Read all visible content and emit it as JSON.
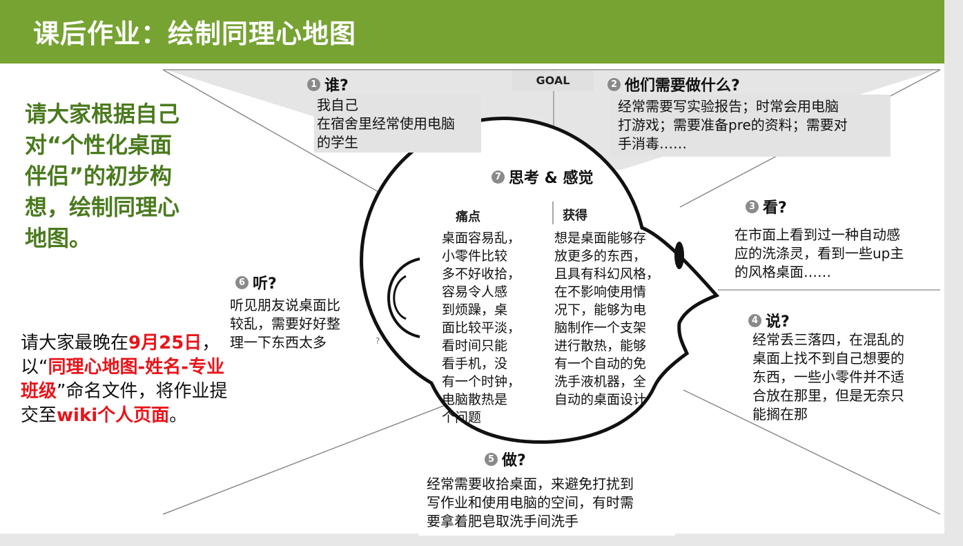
{
  "header": {
    "title": "课后作业：绘制同理心地图"
  },
  "intro": {
    "text": "请大家根据自己对“个性化桌面伴侣”的初步构想，绘制同理心地图。"
  },
  "instructions": {
    "p1": "请大家最晚在",
    "date": "9月25日",
    "p2": "，以“",
    "filename": "同理心地图-姓名-专业班级",
    "p3": "”命名文件，将作业提交至",
    "target": "wiki个人页面",
    "p4": "。"
  },
  "goal_label": "GOAL",
  "sections": {
    "who": {
      "num": "1",
      "title": "谁?",
      "text": "我自己\n在宿舍里经常使用电脑\n的学生"
    },
    "need": {
      "num": "2",
      "title": "他们需要做什么?",
      "text": "经常需要写实验报告；时常会用电脑\n打游戏；需要准备pre的资料；需要对\n手消毒……"
    },
    "see": {
      "num": "3",
      "title": "看?",
      "text": "在市面上看到过一种自动感\n应的洗涤灵，看到一些up主\n的风格桌面……"
    },
    "say": {
      "num": "4",
      "title": "说?",
      "text": "经常丢三落四，在混乱的\n桌面上找不到自己想要的\n东西，一些小零件并不适\n合放在那里，但是无奈只\n能搁在那"
    },
    "do": {
      "num": "5",
      "title": "做?",
      "text": "经常需要收拾桌面，来避免打扰到\n写作业和使用电脑的空间，有时需\n要拿着肥皂取洗手间洗手"
    },
    "hear": {
      "num": "6",
      "title": "听?",
      "text": "听见朋友说桌面比\n较乱，需要好好整\n理一下东西太多"
    },
    "think": {
      "num": "7",
      "title": "思考 & 感觉",
      "pain_label": "痛点",
      "gain_label": "获得",
      "pain_text": "桌面容易乱，\n小零件比较\n多不好收拾，\n容易令人感\n到烦躁，桌\n面比较平淡，\n看时间只能\n看手机，没\n有一个时钟，\n电脑散热是\n个问题",
      "gain_text": "想是桌面能够存\n放更多的东西，\n且具有科幻风格，\n在不影响使用情\n况下，能够为电\n脑制作一个支架\n进行散热，能够\n有一个自动的免\n洗手液机器，全\n自动的桌面设计"
    }
  },
  "stray_mark": "?",
  "colors": {
    "header": "#76a332",
    "intro_text": "#4a7a1e",
    "highlight": "#e8141a",
    "panel_gray": "#e3e3e3"
  }
}
